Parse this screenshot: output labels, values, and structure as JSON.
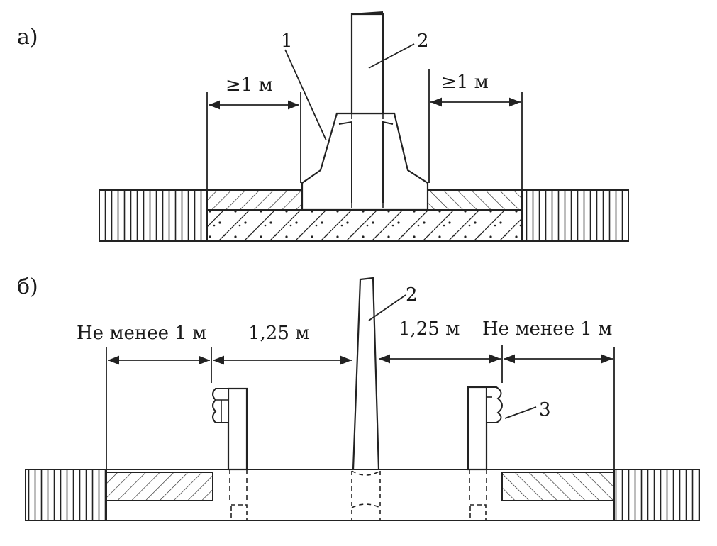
{
  "panel_a": {
    "label": "а)",
    "callout_1": "1",
    "callout_2": "2",
    "left_distance": "≥1 м",
    "right_distance": "≥1 м"
  },
  "panel_b": {
    "label": "б)",
    "callout_2": "2",
    "callout_3": "3",
    "left_min": "Не менее 1 м",
    "left_gap": "1,25 м",
    "right_gap": "1,25 м",
    "right_min": "Не менее 1 м"
  }
}
